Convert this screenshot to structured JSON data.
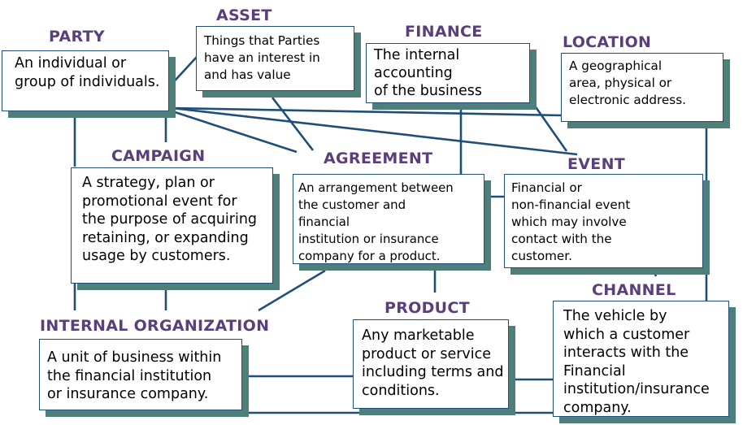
{
  "entities": [
    {
      "id": "party",
      "title": "PARTY",
      "description": [
        "An individual or",
        "group of individuals."
      ]
    },
    {
      "id": "asset",
      "title": "ASSET",
      "description": [
        "Things that Parties",
        "have an interest in",
        "and has value"
      ]
    },
    {
      "id": "finance",
      "title": "FINANCE",
      "description": [
        "The internal",
        "accounting",
        "of the business"
      ]
    },
    {
      "id": "location",
      "title": "LOCATION",
      "description": [
        "A geographical",
        "area, physical or",
        "electronic address."
      ]
    },
    {
      "id": "campaign",
      "title": "CAMPAIGN",
      "description": [
        "A strategy, plan or",
        "promotional event for",
        "the purpose of acquiring",
        "retaining, or expanding",
        "usage by customers."
      ]
    },
    {
      "id": "agreement",
      "title": "AGREEMENT",
      "description": [
        "An arrangement between",
        "the customer and",
        "financial",
        "institution or insurance",
        "company for a product."
      ]
    },
    {
      "id": "event",
      "title": "EVENT",
      "description": [
        "Financial  or",
        "non-financial event",
        "which may involve",
        "contact with the",
        "customer."
      ]
    },
    {
      "id": "product",
      "title": "PRODUCT",
      "description": [
        "Any marketable",
        "product or service",
        "including terms and",
        "conditions."
      ]
    },
    {
      "id": "channel",
      "title": "CHANNEL",
      "description": [
        "The vehicle by",
        "which a customer",
        "interacts with the",
        "Financial",
        "institution/insurance",
        "company."
      ]
    },
    {
      "id": "internal-organization",
      "title": "INTERNAL ORGANIZATION",
      "description": [
        "A unit of business within",
        "the financial institution",
        "or insurance company."
      ]
    }
  ],
  "colors": {
    "title": "#5b3f7a",
    "line": "#1f4e79",
    "shadow": "#4f7f7b",
    "box_border": "#1f4e79"
  }
}
